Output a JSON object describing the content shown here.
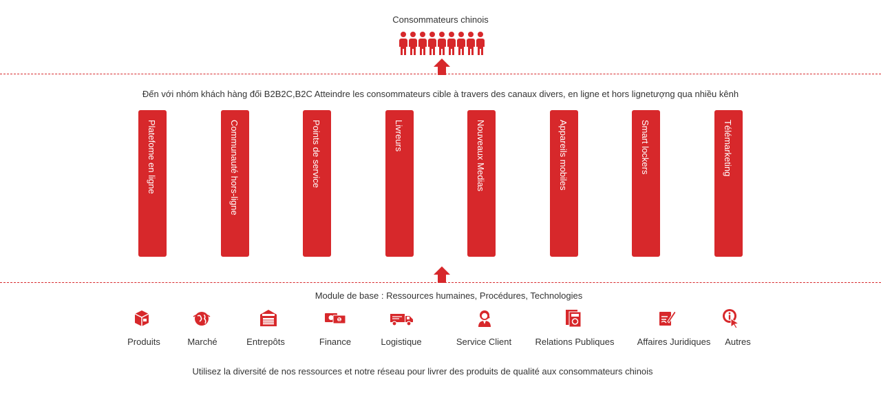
{
  "top_title": "Consommateurs chinois",
  "channels_title": "Đến với nhóm khách hàng đối B2B2C,B2C Atteindre les consommateurs cible à travers des canaux divers, en ligne et hors lignetượng qua nhiều kênh",
  "channels": [
    "Platefome en ligne",
    "Communauté hors-ligne",
    "Points de service",
    "Livreurs",
    "Nouveaux Medias",
    "Appareils mobiles",
    "Smart lockers",
    "Télémarketing"
  ],
  "module_title": "Module de base : Ressources humaines, Procédures, Technologies",
  "modules": [
    {
      "label": "Produits",
      "icon": "box-icon"
    },
    {
      "label": "Marché",
      "icon": "globe-icon"
    },
    {
      "label": "Entrepôts",
      "icon": "warehouse-icon"
    },
    {
      "label": "Finance",
      "icon": "money-icon"
    },
    {
      "label": "Logistique",
      "icon": "truck-icon"
    },
    {
      "label": "Service Client",
      "icon": "agent-icon"
    },
    {
      "label": "Relations Publiques",
      "icon": "pr-icon"
    },
    {
      "label": "Affaires Juridiques",
      "icon": "legal-icon"
    },
    {
      "label": "Autres",
      "icon": "info-touch-icon"
    }
  ],
  "footer": "Utilisez la diversité de nos ressources et notre réseau pour livrer des produits de qualité aux consommateurs chinois",
  "colors": {
    "accent": "#d7282b",
    "text": "#333333"
  }
}
